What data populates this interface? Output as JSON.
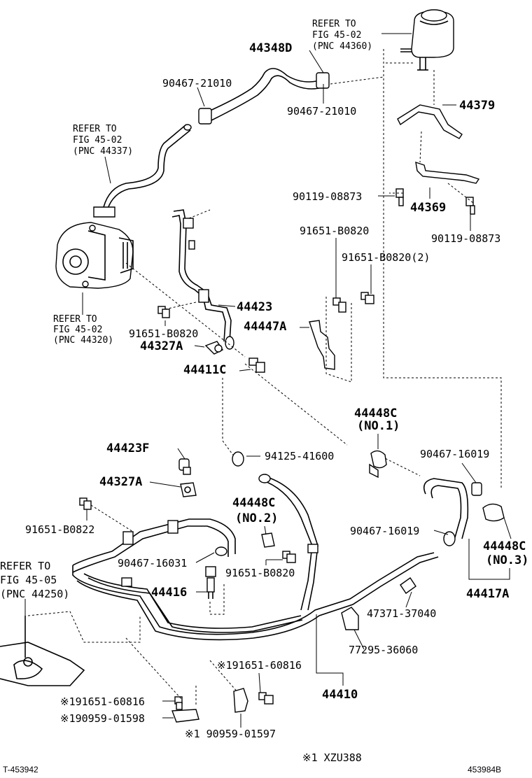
{
  "diagram": {
    "footer": {
      "left_code": "T-453942",
      "note": "※1  XZU388",
      "right_code": "453984B"
    },
    "references": [
      {
        "line1": "REFER TO",
        "line2": "FIG 45-02",
        "line3": "(PNC 44360)"
      },
      {
        "line1": "REFER TO",
        "line2": "FIG 45-02",
        "line3": "(PNC 44337)"
      },
      {
        "line1": "REFER TO",
        "line2": "FIG 45-02",
        "line3": "(PNC 44320)"
      },
      {
        "line1": "REFER TO",
        "line2": "FIG 45-05",
        "line3": "(PNC 44250)"
      }
    ],
    "parts": [
      "44348D",
      "90467-21010",
      "90467-21010",
      "44379",
      "90119-08873",
      "44369",
      "90119-08873",
      "91651-B0820",
      "91651-B0820(2)",
      "44423",
      "44447A",
      "91651-B0820",
      "44327A",
      "44411C",
      "44448C",
      "(NO.1)",
      "94125-41600",
      "90467-16019",
      "44423F",
      "44327A",
      "44448C",
      "(NO.2)",
      "91651-B0822",
      "90467-16019",
      "44448C",
      "(NO.3)",
      "90467-16031",
      "91651-B0820",
      "44417A",
      "44416",
      "47371-37040",
      "77295-36060",
      "※191651-60816",
      "44410",
      "※191651-60816",
      "※190959-01598",
      "※1 90959-01597"
    ]
  }
}
